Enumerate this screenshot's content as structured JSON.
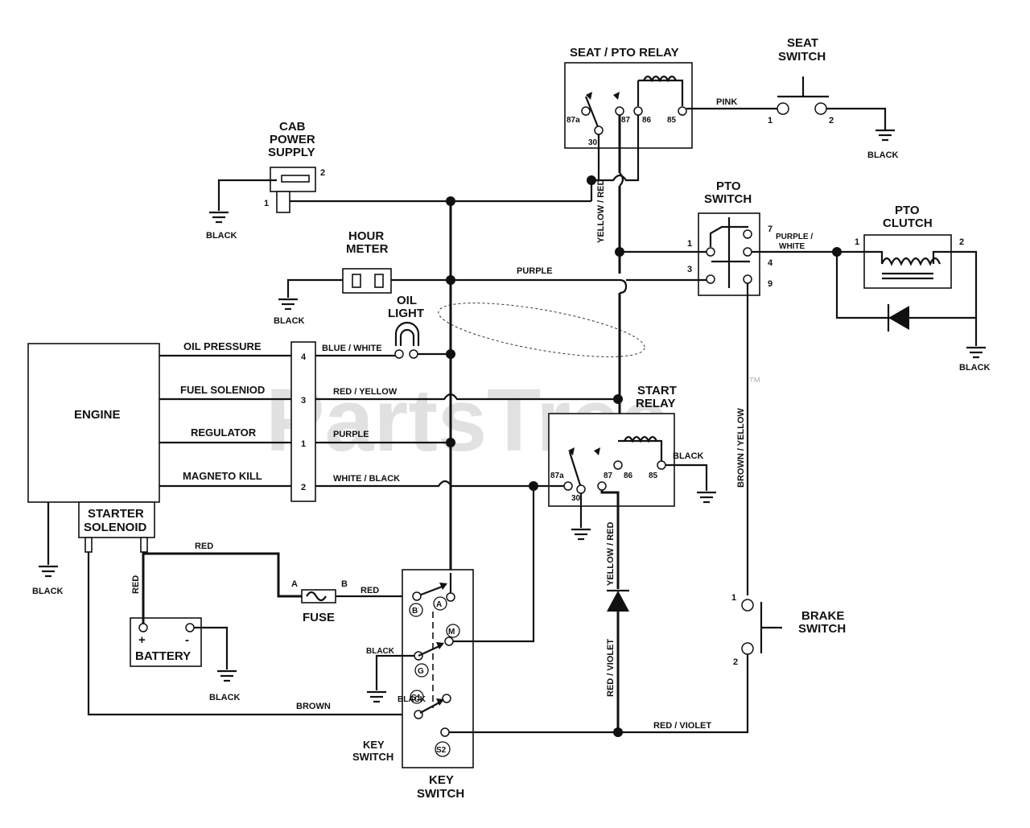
{
  "watermark": {
    "text": "PartsTree",
    "tm": "™"
  },
  "components": {
    "seat_pto_relay": {
      "title": "SEAT / PTO RELAY",
      "pins": [
        "87a",
        "30",
        "87",
        "86",
        "85"
      ]
    },
    "seat_switch": {
      "title_1": "SEAT",
      "title_2": "SWITCH",
      "pin1": "1",
      "pin2": "2"
    },
    "cab_power_supply": {
      "title_1": "CAB",
      "title_2": "POWER",
      "title_3": "SUPPLY",
      "pin1": "1",
      "pin2": "2"
    },
    "hour_meter": {
      "title_1": "HOUR",
      "title_2": "METER"
    },
    "oil_light": {
      "title_1": "OIL",
      "title_2": "LIGHT"
    },
    "pto_switch": {
      "title_1": "PTO",
      "title_2": "SWITCH",
      "pins": [
        "1",
        "3",
        "7",
        "4",
        "9"
      ]
    },
    "pto_clutch": {
      "title_1": "PTO",
      "title_2": "CLUTCH",
      "pin1": "1",
      "pin2": "2"
    },
    "engine": {
      "title": "ENGINE"
    },
    "starter_solenoid": {
      "title_1": "STARTER",
      "title_2": "SOLENOID"
    },
    "engine_terminals": [
      {
        "name": "OIL PRESSURE",
        "pin": "4"
      },
      {
        "name": "FUEL SOLENIOD",
        "pin": "3"
      },
      {
        "name": "REGULATOR",
        "pin": "1"
      },
      {
        "name": "MAGNETO KILL",
        "pin": "2"
      }
    ],
    "start_relay": {
      "title_1": "START",
      "title_2": "RELAY",
      "pins": [
        "87a",
        "30",
        "87",
        "86",
        "85"
      ]
    },
    "battery": {
      "title": "BATTERY",
      "plus": "+",
      "minus": "-"
    },
    "fuse": {
      "title": "FUSE",
      "a": "A",
      "b": "B"
    },
    "key_switch": {
      "title_1": "KEY",
      "title_2": "SWITCH",
      "side_1": "KEY",
      "side_2": "SWITCH",
      "terminals": [
        "A",
        "B",
        "M",
        "G",
        "S1",
        "S2"
      ]
    },
    "brake_switch": {
      "title_1": "BRAKE",
      "title_2": "SWITCH",
      "pin1": "1",
      "pin2": "2"
    }
  },
  "wires": {
    "pink": "PINK",
    "black": "BLACK",
    "yellow_red": "YELLOW / RED",
    "purple": "PURPLE",
    "purple_white_1": "PURPLE /",
    "purple_white_2": "WHITE",
    "blue_white": "BLUE / WHITE",
    "red_yellow": "RED / YELLOW",
    "white_black": "WHITE / BLACK",
    "brown_yellow": "BROWN / YELLOW",
    "red": "RED",
    "brown": "BROWN",
    "red_violet": "RED / VIOLET"
  }
}
